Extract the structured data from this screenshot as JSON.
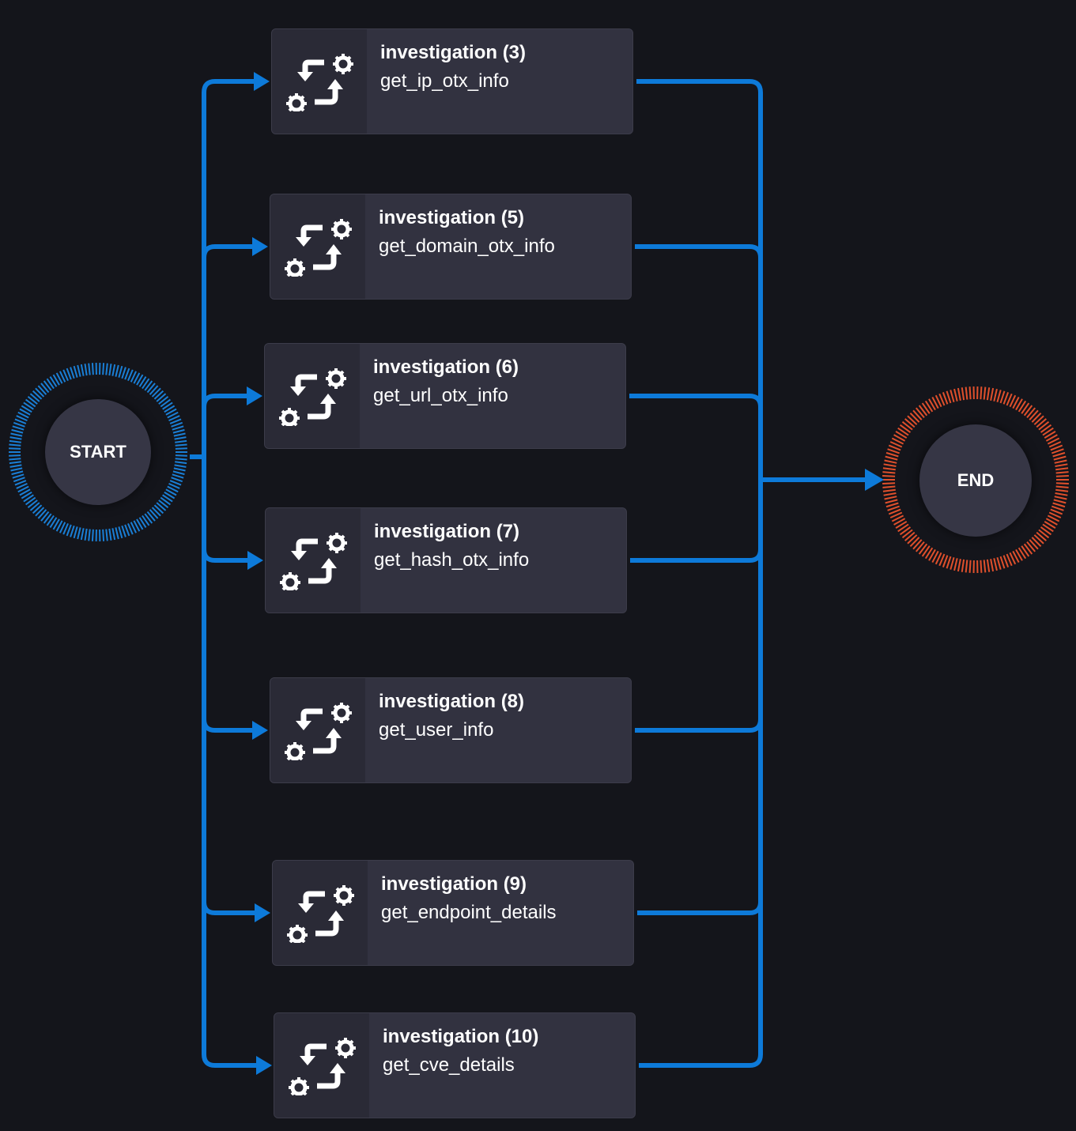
{
  "diagram": {
    "start": {
      "label": "START",
      "ring_color": "#1a7fd6"
    },
    "end": {
      "label": "END",
      "ring_color": "#e0502c"
    },
    "connector_color": "#0d7ad9",
    "nodes": [
      {
        "title": "investigation (3)",
        "subtitle": "get_ip_otx_info",
        "icon": "workflow-gears-icon"
      },
      {
        "title": "investigation (5)",
        "subtitle": "get_domain_otx_info",
        "icon": "workflow-gears-icon"
      },
      {
        "title": "investigation (6)",
        "subtitle": "get_url_otx_info",
        "icon": "workflow-gears-icon"
      },
      {
        "title": "investigation (7)",
        "subtitle": "get_hash_otx_info",
        "icon": "workflow-gears-icon"
      },
      {
        "title": "investigation (8)",
        "subtitle": "get_user_info",
        "icon": "workflow-gears-icon"
      },
      {
        "title": "investigation (9)",
        "subtitle": "get_endpoint_details",
        "icon": "workflow-gears-icon"
      },
      {
        "title": "investigation (10)",
        "subtitle": "get_cve_details",
        "icon": "workflow-gears-icon"
      }
    ]
  }
}
